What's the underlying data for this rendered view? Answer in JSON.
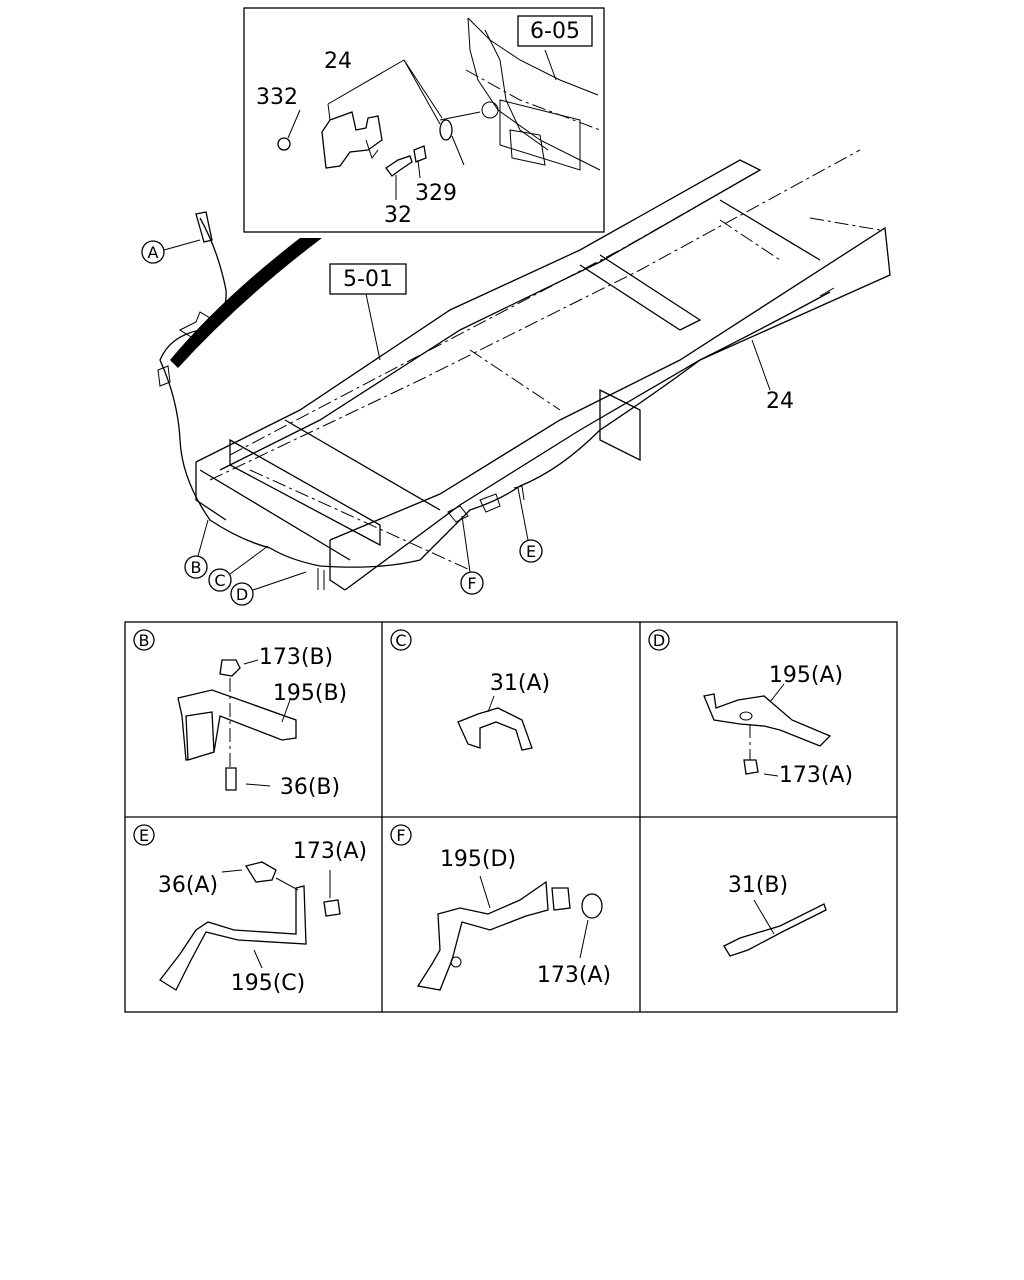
{
  "main": {
    "callouts": {
      "A": "A",
      "B": "B",
      "C": "C",
      "D": "D",
      "E": "E",
      "F": "F"
    },
    "ref_boxes": {
      "frame": "5-01",
      "cab": "6-05"
    },
    "cable_label": "24",
    "inset": {
      "cable": "24",
      "nut": "332",
      "bolt": "32",
      "washer": "329"
    }
  },
  "details": [
    {
      "letter": "B",
      "parts": [
        "173(B)",
        "195(B)",
        "36(B)"
      ]
    },
    {
      "letter": "C",
      "parts": [
        "31(A)"
      ]
    },
    {
      "letter": "D",
      "parts": [
        "195(A)",
        "173(A)"
      ]
    },
    {
      "letter": "E",
      "parts": [
        "173(A)",
        "36(A)",
        "195(C)"
      ]
    },
    {
      "letter": "F",
      "parts": [
        "195(D)",
        "173(A)"
      ]
    },
    {
      "letter": "",
      "parts": [
        "31(B)"
      ]
    }
  ]
}
